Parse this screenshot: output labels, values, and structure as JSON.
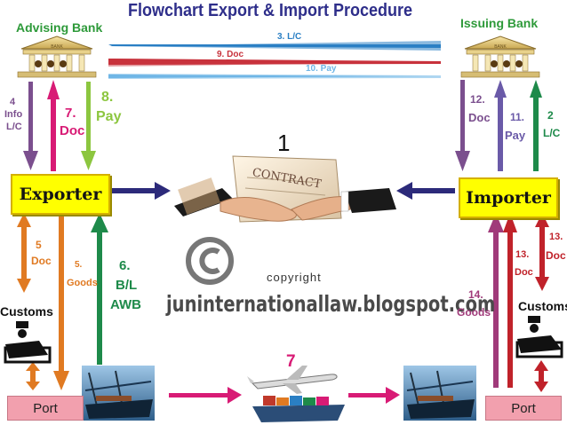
{
  "title": "Flowchart Export & Import Procedure",
  "banks": {
    "advising": "Advising Bank",
    "issuing": "Issuing Bank",
    "sign_text": "BANK"
  },
  "parties": {
    "exporter": "Exporter",
    "importer": "Importer"
  },
  "contract": {
    "step": "1",
    "text": "CONTRACT"
  },
  "long_arrows": {
    "lc": "3. L/C",
    "doc": "9. Doc",
    "pay": "10. Pay"
  },
  "steps_left": {
    "info_num": "4",
    "info_1": "Info",
    "info_2": "L/C",
    "doc_num": "7.",
    "doc": "Doc",
    "pay_num": "8.",
    "pay": "Pay",
    "ship_doc_num": "5",
    "ship_doc": "Doc",
    "goods_num": "5.",
    "goods": "Goods",
    "bl_num": "6.",
    "bl_1": "B/L",
    "bl_2": "AWB"
  },
  "steps_right": {
    "doc_num": "12.",
    "doc": "Doc",
    "pay_num": "11.",
    "pay": "Pay",
    "lc_num": "2",
    "lc": "L/C",
    "goods_num": "14.",
    "goods": "Goods",
    "doc13a_num": "13.",
    "doc13a": "Doc",
    "doc13b_num": "13.",
    "doc13b": "Doc"
  },
  "customs": {
    "left": "Customs",
    "right": "Customs"
  },
  "ports": {
    "left": "Port",
    "right": "Port"
  },
  "transport_step": "7",
  "copyright": "copyright",
  "website": "juninternationallaw.blogspot.com",
  "colors": {
    "title": "#2e2e8a",
    "bank_label": "#2e9a3a",
    "box_fill": "#ffff00",
    "port_fill": "#f2a0ae",
    "purple": "#7b4f8e",
    "magenta": "#d81b75",
    "lime": "#8cc63f",
    "orange": "#e07a22",
    "green": "#1e8a4a",
    "navy": "#2c2a7a",
    "blue": "#2a7fc4",
    "red_line": "#c8323c",
    "darkred": "#c0222a"
  },
  "icons": [
    "bank-building-icon",
    "handshake-icon",
    "customs-officer-icon",
    "container-ship-icon",
    "cargo-plane-icon",
    "copyright-icon"
  ]
}
